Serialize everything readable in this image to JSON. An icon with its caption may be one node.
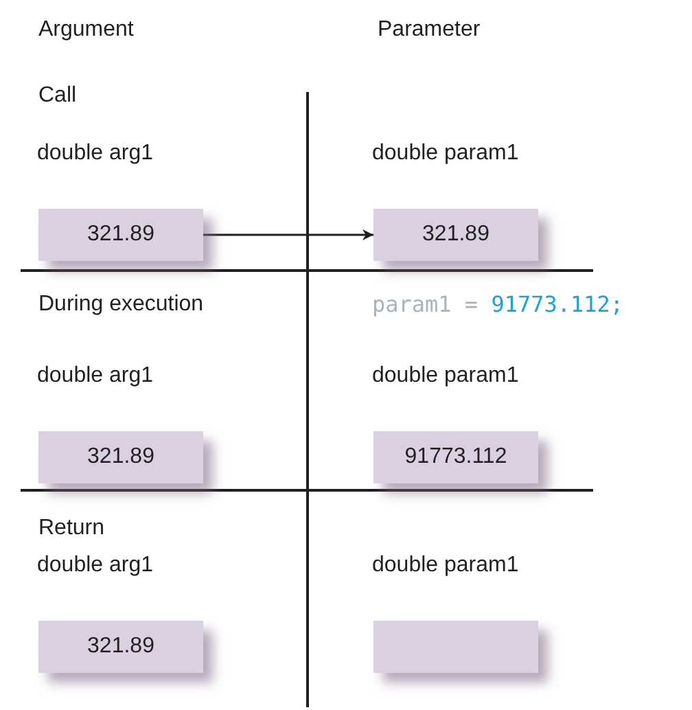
{
  "diagram": {
    "nodes": [
      {
        "text": [
          "321.89"
        ],
        "beside": [
          "double arg1"
        ]
      },
      {
        "text": [
          "321.89"
        ],
        "beside": [
          "double param1"
        ]
      },
      {
        "text": [
          "321.89"
        ],
        "beside": [
          "double arg1"
        ]
      },
      {
        "text": [
          "91773.112"
        ],
        "beside": [
          "double param1"
        ]
      },
      {
        "text": [
          "321.89"
        ],
        "beside": [
          "double arg1"
        ]
      },
      {
        "text": [],
        "shape": "box",
        "beside": [
          "double param1"
        ]
      }
    ],
    "edges": [
      {
        "from": 0,
        "to": 1,
        "arrow": "to"
      }
    ],
    "labels": [
      "Argument",
      "Parameter",
      "Call",
      "During execution",
      "param1 = **91773.112;**",
      "Return"
    ]
  }
}
